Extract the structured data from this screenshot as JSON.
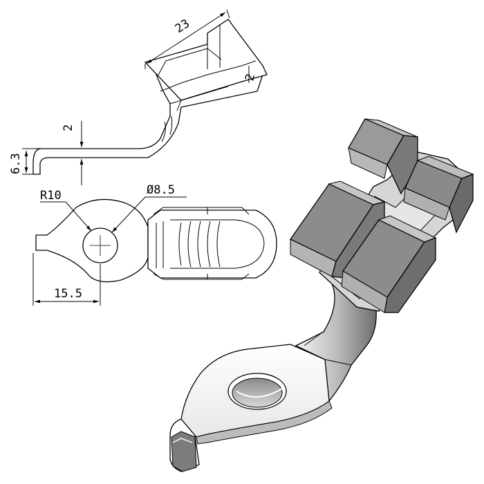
{
  "drawing": {
    "dimensions": {
      "length_23": "23",
      "thickness_2": "2",
      "height_6_3": "6.3",
      "radius_r10": "R10",
      "hole_dia": "Ø8.5",
      "offset_15_5": "15.5"
    },
    "colors": {
      "line": "#000000",
      "face_light": "#f2f2f2",
      "face_mid": "#c8c8c8",
      "face_dark": "#8c8c8c",
      "face_darker": "#6e6e6e"
    }
  }
}
